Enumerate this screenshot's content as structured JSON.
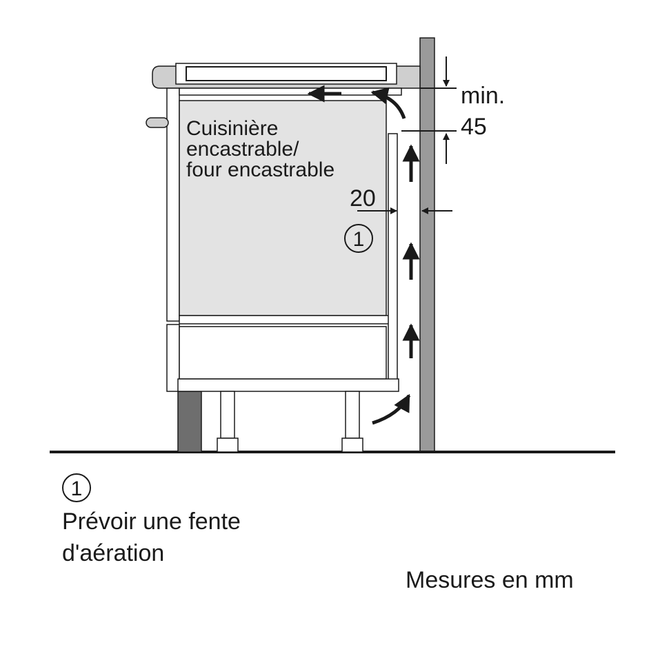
{
  "diagram": {
    "appliance_label_lines": [
      "Cuisinière",
      "encastrable/",
      "four encastrable"
    ],
    "dimension_side": "20",
    "dimension_top_unit": "min.",
    "dimension_top_value": "45",
    "callout_marker": "1"
  },
  "notes": {
    "marker": "1",
    "line1": "Prévoir une fente",
    "line2": "d'aération"
  },
  "units_note": "Mesures en mm",
  "colors": {
    "appliance_fill": "#e3e3e3",
    "wall": "#9a9a9a",
    "cabinet_side": "#6e6e6e",
    "line": "#1a1a1a"
  }
}
